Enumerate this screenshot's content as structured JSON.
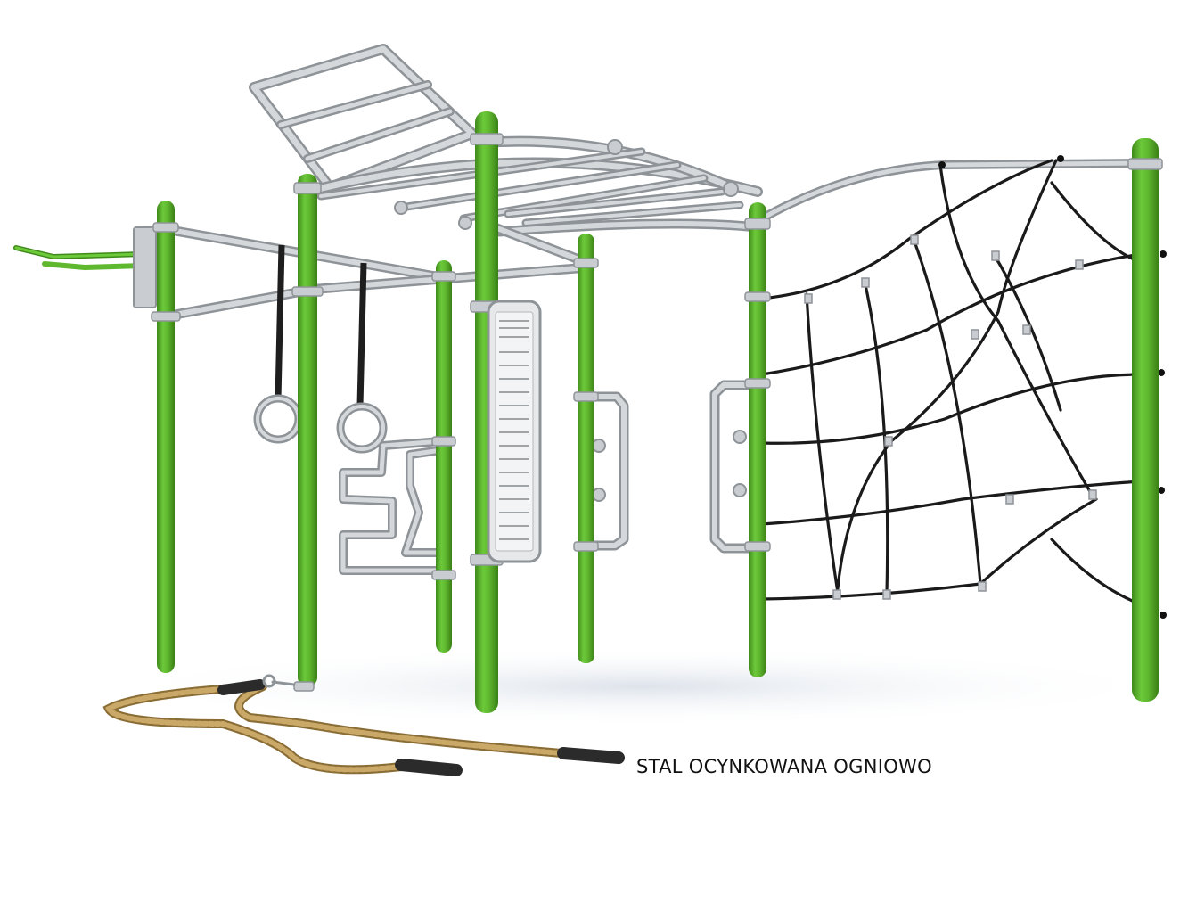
{
  "caption": "STAL OCYNKOWANA OGNIOWO",
  "colors": {
    "background": "#ffffff",
    "post_green": "#5fb82e",
    "post_green_dark": "#3f8a1a",
    "galvanized_steel": "#c9ccd0",
    "galvanized_steel_dark": "#8e9398",
    "net_rope": "#1a1a1a",
    "hemp_rope": "#b99a5a",
    "rope_grip": "#2b2b2b"
  },
  "objects": [
    "green-steel-post",
    "monkey-bars",
    "gymnastic-rings",
    "parallel-dip-bars",
    "zigzag-pipe-bar",
    "instruction-board",
    "ladder-rail-handle",
    "climbing-net",
    "battle-rope"
  ]
}
